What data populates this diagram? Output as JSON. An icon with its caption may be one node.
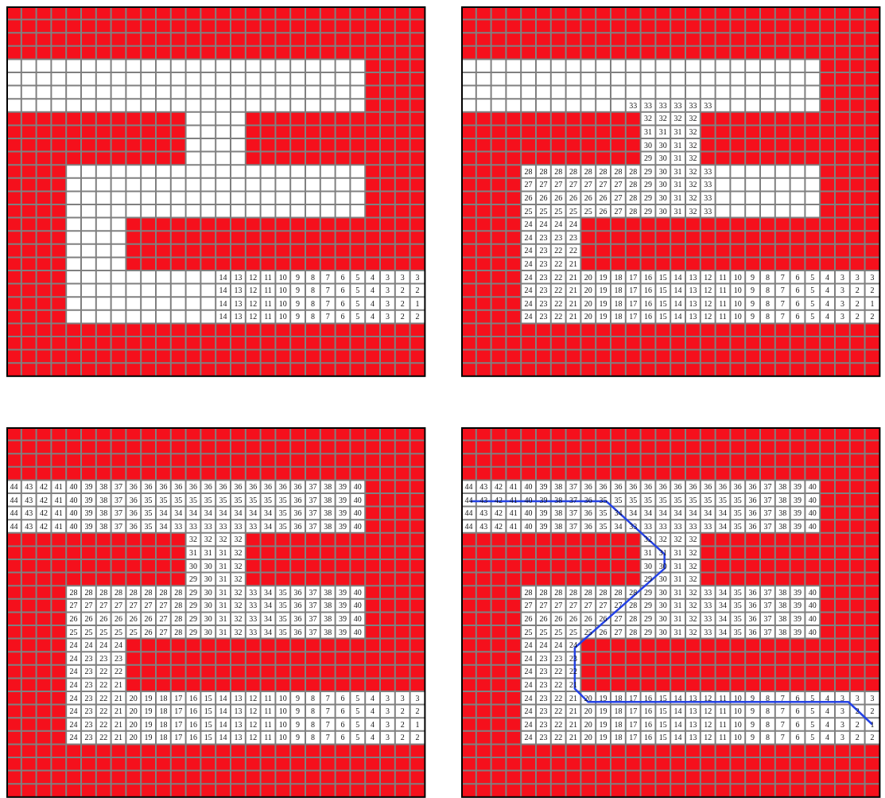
{
  "diagram": {
    "labels": [
      "14",
      "13",
      "12",
      "11",
      "10",
      "9",
      "8",
      "7",
      "6",
      "5",
      "4",
      "3",
      "3",
      "3",
      "14",
      "13",
      "12",
      "11",
      "10",
      "9",
      "8",
      "7",
      "6",
      "5",
      "4",
      "3",
      "2",
      "2",
      "14",
      "13",
      "12",
      "11",
      "10",
      "9",
      "8",
      "7",
      "6",
      "5",
      "4",
      "3",
      "2",
      "1",
      "14",
      "13",
      "12",
      "11",
      "10",
      "9",
      "8",
      "7",
      "6",
      "5",
      "4",
      "3",
      "2",
      "2",
      "33",
      "33",
      "33",
      "33",
      "33",
      "33",
      "32",
      "32",
      "32",
      "32",
      "31",
      "31",
      "31",
      "32",
      "30",
      "30",
      "31",
      "32",
      "29",
      "30",
      "31",
      "32",
      "28",
      "28",
      "28",
      "28",
      "28",
      "28",
      "28",
      "28",
      "29",
      "30",
      "31",
      "32",
      "33",
      "27",
      "27",
      "27",
      "27",
      "27",
      "27",
      "27",
      "28",
      "29",
      "30",
      "31",
      "32",
      "33",
      "26",
      "26",
      "26",
      "26",
      "26",
      "26",
      "27",
      "28",
      "29",
      "30",
      "31",
      "32",
      "33",
      "25",
      "25",
      "25",
      "25",
      "25",
      "26",
      "27",
      "28",
      "29",
      "30",
      "31",
      "32",
      "33",
      "24",
      "24",
      "24",
      "24",
      "24",
      "23",
      "23",
      "23",
      "24",
      "23",
      "22",
      "22",
      "24",
      "23",
      "22",
      "21",
      "24",
      "23",
      "22",
      "21",
      "20",
      "19",
      "18",
      "17",
      "16",
      "15",
      "14",
      "13",
      "12",
      "11",
      "10",
      "9",
      "8",
      "7",
      "6",
      "5",
      "4",
      "3",
      "3",
      "3",
      "24",
      "23",
      "22",
      "21",
      "20",
      "19",
      "18",
      "17",
      "16",
      "15",
      "14",
      "13",
      "12",
      "11",
      "10",
      "9",
      "8",
      "7",
      "6",
      "5",
      "4",
      "3",
      "2",
      "2",
      "24",
      "23",
      "22",
      "21",
      "20",
      "19",
      "18",
      "17",
      "16",
      "15",
      "14",
      "13",
      "12",
      "11",
      "10",
      "9",
      "8",
      "7",
      "6",
      "5",
      "4",
      "3",
      "2",
      "1",
      "24",
      "23",
      "22",
      "21",
      "20",
      "19",
      "18",
      "17",
      "16",
      "15",
      "14",
      "13",
      "12",
      "11",
      "10",
      "9",
      "8",
      "7",
      "6",
      "5",
      "4",
      "3",
      "2",
      "2",
      "44",
      "43",
      "42",
      "41",
      "40",
      "39",
      "38",
      "37",
      "36",
      "36",
      "36",
      "36",
      "36",
      "36",
      "36",
      "36",
      "36",
      "36",
      "36",
      "36",
      "37",
      "38",
      "39",
      "40",
      "44",
      "43",
      "42",
      "41",
      "40",
      "39",
      "38",
      "37",
      "36",
      "35",
      "35",
      "35",
      "35",
      "35",
      "35",
      "35",
      "35",
      "35",
      "35",
      "36",
      "37",
      "38",
      "39",
      "40",
      "44",
      "43",
      "42",
      "41",
      "40",
      "39",
      "38",
      "37",
      "36",
      "35",
      "34",
      "34",
      "34",
      "34",
      "34",
      "34",
      "34",
      "34",
      "35",
      "36",
      "37",
      "38",
      "39",
      "40",
      "44",
      "43",
      "42",
      "41",
      "40",
      "39",
      "38",
      "37",
      "36",
      "35",
      "34",
      "33",
      "33",
      "33",
      "33",
      "33",
      "33",
      "34",
      "35",
      "36",
      "37",
      "38",
      "39",
      "40",
      "32",
      "32",
      "32",
      "32",
      "31",
      "31",
      "31",
      "32",
      "30",
      "30",
      "31",
      "32",
      "29",
      "30",
      "31",
      "32",
      "28",
      "28",
      "28",
      "28",
      "28",
      "28",
      "28",
      "28",
      "29",
      "30",
      "31",
      "32",
      "33",
      "34",
      "35",
      "36",
      "37",
      "38",
      "39",
      "40",
      "27",
      "27",
      "27",
      "27",
      "27",
      "27",
      "27",
      "28",
      "29",
      "30",
      "31",
      "32",
      "33",
      "34",
      "35",
      "36",
      "37",
      "38",
      "39",
      "40",
      "26",
      "26",
      "26",
      "26",
      "26",
      "26",
      "27",
      "28",
      "29",
      "30",
      "31",
      "32",
      "33",
      "34",
      "35",
      "36",
      "37",
      "38",
      "39",
      "40",
      "25",
      "25",
      "25",
      "25",
      "25",
      "26",
      "27",
      "28",
      "29",
      "30",
      "31",
      "32",
      "33",
      "34",
      "35",
      "36",
      "37",
      "38",
      "39",
      "40",
      "24",
      "24",
      "24",
      "24",
      "24",
      "23",
      "23",
      "23",
      "24",
      "23",
      "22",
      "22",
      "24",
      "23",
      "22",
      "21",
      "24",
      "23",
      "22",
      "21",
      "20",
      "19",
      "18",
      "17",
      "16",
      "15",
      "14",
      "13",
      "12",
      "11",
      "10",
      "9",
      "8",
      "7",
      "6",
      "5",
      "4",
      "3",
      "3",
      "3",
      "24",
      "23",
      "22",
      "21",
      "20",
      "19",
      "18",
      "17",
      "16",
      "15",
      "14",
      "13",
      "12",
      "11",
      "10",
      "9",
      "8",
      "7",
      "6",
      "5",
      "4",
      "3",
      "2",
      "2",
      "24",
      "23",
      "22",
      "21",
      "20",
      "19",
      "18",
      "17",
      "16",
      "15",
      "14",
      "13",
      "12",
      "11",
      "10",
      "9",
      "8",
      "7",
      "6",
      "5",
      "4",
      "3",
      "2",
      "1",
      "24",
      "23",
      "22",
      "21",
      "20",
      "19",
      "18",
      "17",
      "16",
      "15",
      "14",
      "13",
      "12",
      "11",
      "10",
      "9",
      "8",
      "7",
      "6",
      "5",
      "4",
      "3",
      "2",
      "2",
      "44",
      "43",
      "42",
      "41",
      "40",
      "39",
      "38",
      "37",
      "36",
      "36",
      "36",
      "36",
      "36",
      "36",
      "36",
      "36",
      "36",
      "36",
      "36",
      "36",
      "37",
      "38",
      "39",
      "40",
      "44",
      "43",
      "42",
      "41",
      "40",
      "39",
      "38",
      "37",
      "36",
      "35",
      "35",
      "35",
      "35",
      "35",
      "35",
      "35",
      "35",
      "35",
      "35",
      "36",
      "37",
      "38",
      "39",
      "40",
      "44",
      "43",
      "42",
      "41",
      "40",
      "39",
      "38",
      "37",
      "36",
      "35",
      "34",
      "34",
      "34",
      "34",
      "34",
      "34",
      "34",
      "34",
      "35",
      "36",
      "37",
      "38",
      "39",
      "40",
      "44",
      "43",
      "42",
      "41",
      "40",
      "39",
      "38",
      "37",
      "36",
      "35",
      "34",
      "33",
      "33",
      "33",
      "33",
      "33",
      "33",
      "34",
      "35",
      "36",
      "37",
      "38",
      "39",
      "40",
      "32",
      "32",
      "32",
      "32",
      "31",
      "31",
      "31",
      "32",
      "30",
      "30",
      "31",
      "32",
      "29",
      "30",
      "31",
      "32",
      "28",
      "28",
      "28",
      "28",
      "28",
      "28",
      "28",
      "28",
      "29",
      "30",
      "31",
      "32",
      "33",
      "34",
      "35",
      "36",
      "37",
      "38",
      "39",
      "40",
      "27",
      "27",
      "27",
      "27",
      "27",
      "27",
      "27",
      "28",
      "29",
      "30",
      "31",
      "32",
      "33",
      "34",
      "35",
      "36",
      "37",
      "38",
      "39",
      "40",
      "26",
      "26",
      "26",
      "26",
      "26",
      "26",
      "27",
      "28",
      "29",
      "30",
      "31",
      "32",
      "33",
      "34",
      "35",
      "36",
      "37",
      "38",
      "39",
      "40",
      "25",
      "25",
      "25",
      "25",
      "25",
      "26",
      "27",
      "28",
      "29",
      "30",
      "31",
      "32",
      "33",
      "34",
      "35",
      "36",
      "37",
      "38",
      "39",
      "40",
      "24",
      "24",
      "24",
      "24",
      "24",
      "23",
      "23",
      "23",
      "24",
      "23",
      "22",
      "22",
      "24",
      "23",
      "22",
      "21",
      "24",
      "23",
      "22",
      "21",
      "20",
      "19",
      "18",
      "17",
      "16",
      "15",
      "14",
      "13",
      "12",
      "11",
      "10",
      "9",
      "8",
      "7",
      "6",
      "5",
      "4",
      "3",
      "3",
      "3",
      "24",
      "23",
      "22",
      "21",
      "20",
      "19",
      "18",
      "17",
      "16",
      "15",
      "14",
      "13",
      "12",
      "11",
      "10",
      "9",
      "8",
      "7",
      "6",
      "5",
      "4",
      "3",
      "2",
      "2",
      "24",
      "23",
      "22",
      "21",
      "20",
      "19",
      "18",
      "17",
      "16",
      "15",
      "14",
      "13",
      "12",
      "11",
      "10",
      "9",
      "8",
      "7",
      "6",
      "5",
      "4",
      "3",
      "2",
      "1",
      "24",
      "23",
      "22",
      "21",
      "20",
      "19",
      "18",
      "17",
      "16",
      "15",
      "14",
      "13",
      "12",
      "11",
      "10",
      "9",
      "8",
      "7",
      "6",
      "5",
      "4",
      "3",
      "2",
      "2"
    ]
  }
}
